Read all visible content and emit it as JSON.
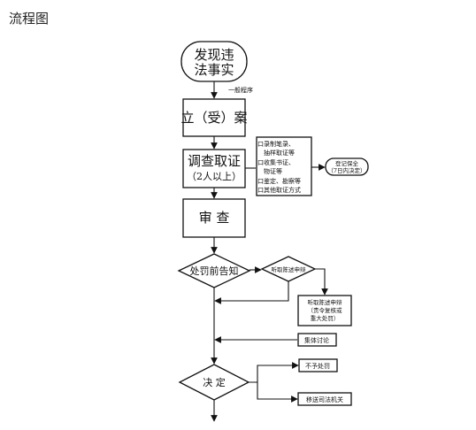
{
  "page": {
    "title": "流程图"
  },
  "flowchart": {
    "start": [
      "发现违",
      "法事实"
    ],
    "general_procedure": "一般程序",
    "filing": "立（受）案",
    "investigation": {
      "title": "调查取证",
      "subtitle": "（2人以上）"
    },
    "evidence_methods": [
      "口录制笔录、",
      "抽样取证等",
      "口收集书证、",
      "物证等",
      "口鉴定、勘察等",
      "口其他取证方式"
    ],
    "preservation": [
      "登记保全",
      "（7日内决定）"
    ],
    "review": "审  查",
    "pre_notice": "处罚前告知",
    "statement_check": "听取陈述申辩",
    "statement_box": [
      "听取陈述申辩",
      "（责令复核或",
      "重大处罚）"
    ],
    "collective": "集体讨论",
    "decision": "决  定",
    "no_penalty": "不予处罚",
    "transfer": "移送司法机关"
  }
}
